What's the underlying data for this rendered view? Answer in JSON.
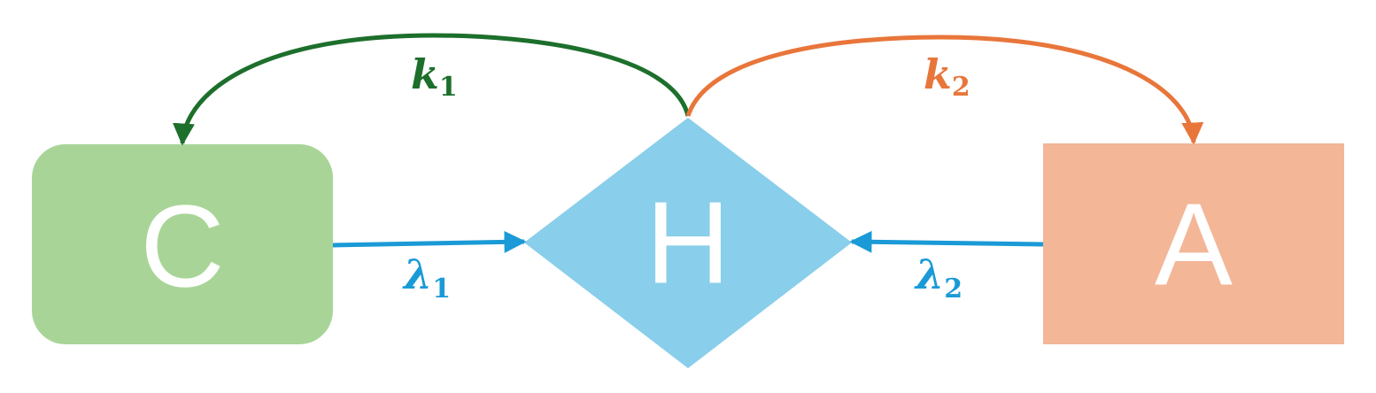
{
  "diagram": {
    "colors": {
      "background": "#ffffff",
      "node_c": "#a8d597",
      "node_h": "#89ceea",
      "node_a": "#f3b697",
      "edge_k1": "#1d6f2c",
      "edge_k2": "#e8763a",
      "edge_lambda": "#1a9ad6",
      "node_text": "#ffffff"
    },
    "nodes": [
      {
        "id": "C",
        "label": "C",
        "shape": "rounded-rectangle"
      },
      {
        "id": "H",
        "label": "H",
        "shape": "diamond"
      },
      {
        "id": "A",
        "label": "A",
        "shape": "rectangle"
      }
    ],
    "edges": [
      {
        "id": "k1",
        "from": "H",
        "to": "C",
        "symbol": "k",
        "subscript": "1"
      },
      {
        "id": "k2",
        "from": "H",
        "to": "A",
        "symbol": "k",
        "subscript": "2"
      },
      {
        "id": "lambda1",
        "from": "C",
        "to": "H",
        "symbol": "λ",
        "subscript": "1"
      },
      {
        "id": "lambda2",
        "from": "A",
        "to": "H",
        "symbol": "λ",
        "subscript": "2"
      }
    ]
  }
}
